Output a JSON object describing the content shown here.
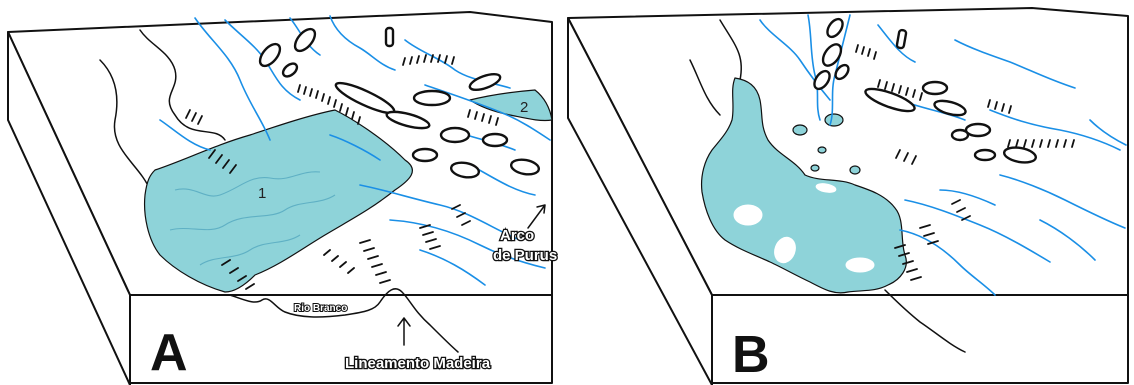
{
  "panels": [
    {
      "letter": "A",
      "labels": {
        "lake_1": "1",
        "lake_2": "2",
        "arco_line1": "Arco",
        "arco_line2": "de Purus",
        "rio_branco": "Rio Branco",
        "lineamento": "Lineamento Madeira"
      }
    },
    {
      "letter": "B"
    }
  ],
  "colors": {
    "water": "#8ed3d9",
    "rivers": "#1a8fe6",
    "ink": "#111111"
  }
}
